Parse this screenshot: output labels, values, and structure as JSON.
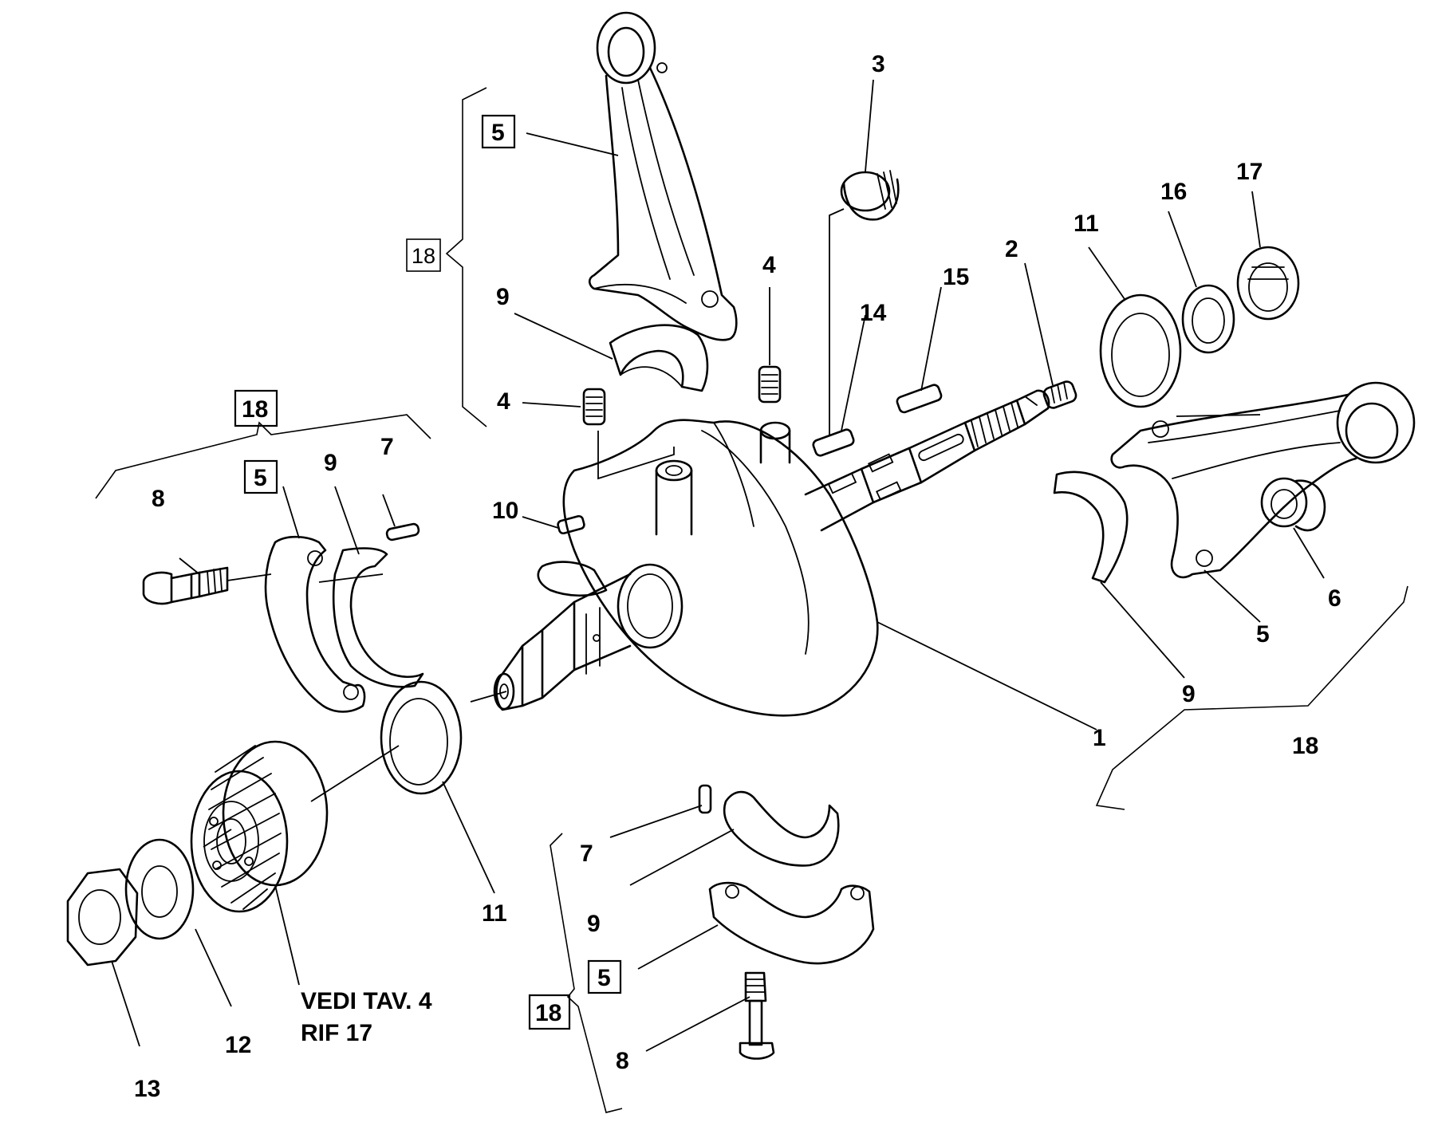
{
  "callouts": {
    "n1": "1",
    "n2": "2",
    "n3": "3",
    "n4a": "4",
    "n4b": "4",
    "n5_top": "5",
    "n5_left": "5",
    "n5_right": "5",
    "n5_bottom": "5",
    "n6": "6",
    "n7_left": "7",
    "n7_bottom": "7",
    "n8_left": "8",
    "n8_bottom": "8",
    "n9_top": "9",
    "n9_left": "9",
    "n9_right": "9",
    "n9_bottom": "9",
    "n10": "10",
    "n11_left": "11",
    "n11_right": "11",
    "n12": "12",
    "n13": "13",
    "n14": "14",
    "n15": "15",
    "n16": "16",
    "n17": "17",
    "n18_top": "18",
    "n18_left": "18",
    "n18_right": "18",
    "n18_bottom": "18"
  },
  "note": {
    "line1": "VEDI TAV. 4",
    "line2": "RIF 17"
  }
}
